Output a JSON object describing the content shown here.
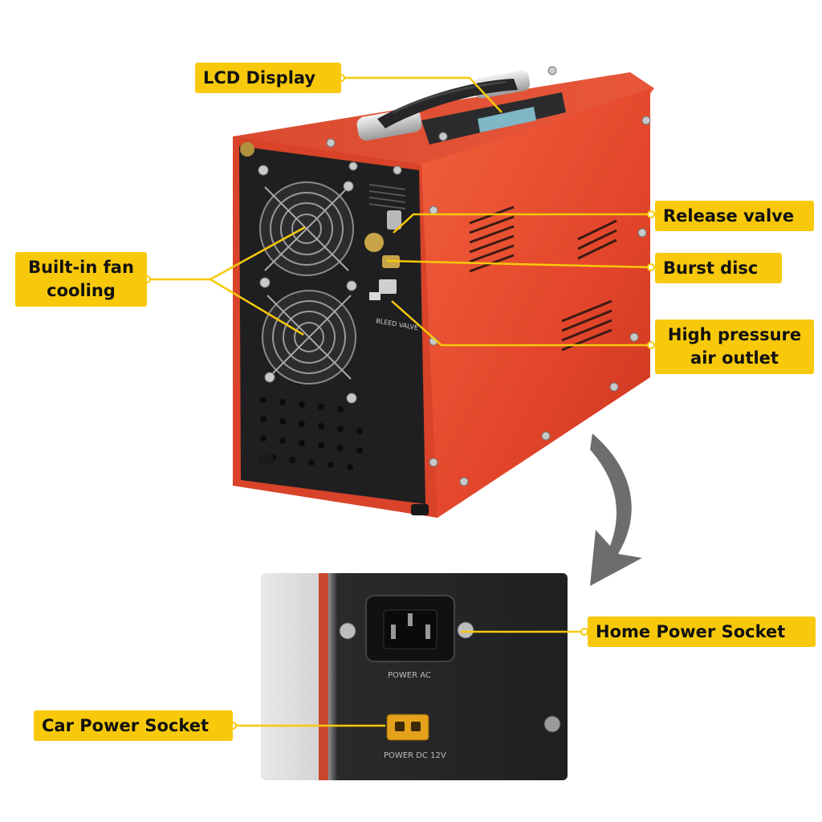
{
  "callouts": {
    "lcd_display": "LCD Display",
    "fan_cooling": "Built-in fan\ncooling",
    "release_valve": "Release valve",
    "burst_disc": "Burst disc",
    "air_outlet": "High pressure\nair outlet",
    "home_power": "Home Power Socket",
    "car_power": "Car Power Socket"
  },
  "device_labels": {
    "bleed_valve": "BLEED VALVE",
    "power_ac": "POWER AC",
    "power_dc": "POWER DC 12V"
  },
  "colors": {
    "callout": "#f7c90a",
    "body": "#e5482a",
    "panel": "#1f1f21",
    "arrow": "#6d6d6d"
  }
}
